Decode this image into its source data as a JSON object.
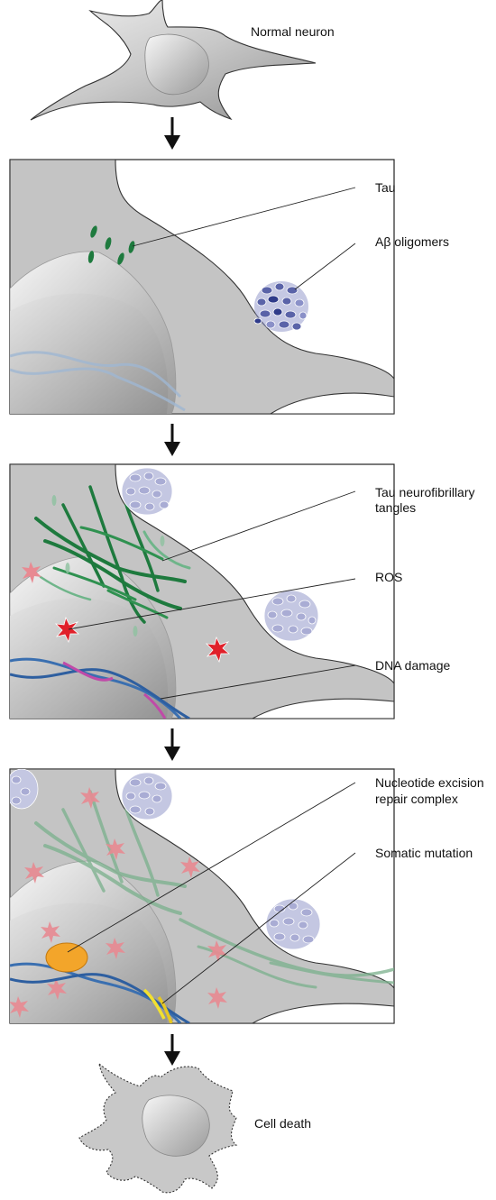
{
  "labels": {
    "normal_neuron": "Normal neuron",
    "tau": "Tau",
    "abeta": "Aβ oligomers",
    "tangles_line1": "Tau neurofibrillary",
    "tangles_line2": "tangles",
    "ros": "ROS",
    "dna_damage": "DNA damage",
    "ner_line1": "Nucleotide excision",
    "ner_line2": "repair complex",
    "somatic": "Somatic mutation",
    "cell_death": "Cell death"
  },
  "colors": {
    "cell_gray": "#c4c4c4",
    "nucleus_gray": "#a8a8a8",
    "tau_green": "#1e7a3e",
    "abeta_blue": "#5a63a8",
    "abeta_pale": "#a9acd4",
    "ros_red": "#e0202a",
    "ros_pale": "#e88a92",
    "dna_blue": "#3a6fb0",
    "damage_pink": "#c04aa8",
    "repair_orange": "#f3a52a",
    "mutation_yellow": "#f2e030"
  }
}
